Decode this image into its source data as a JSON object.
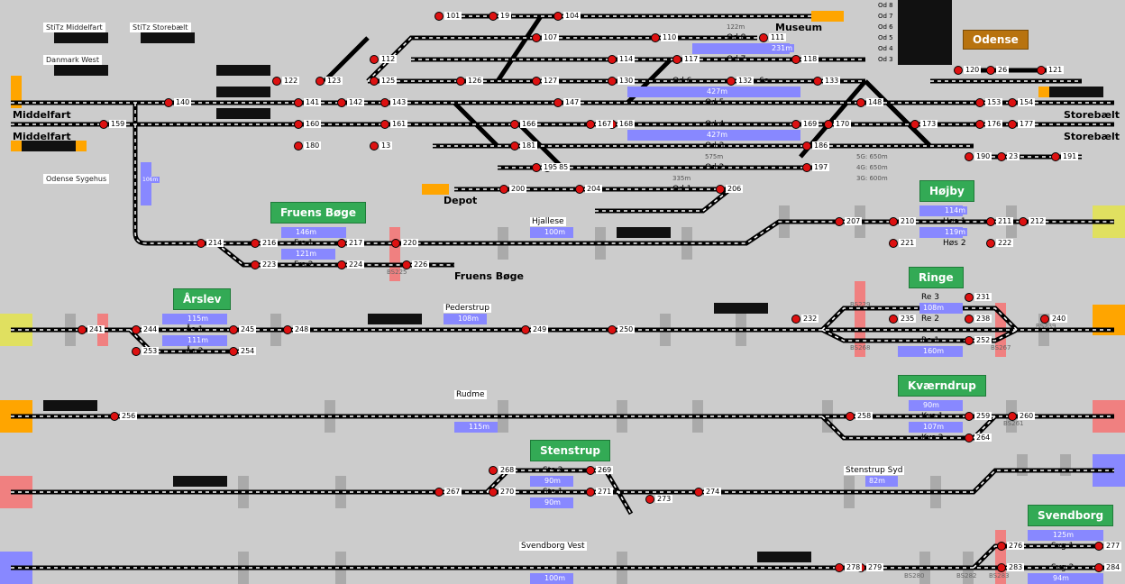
{
  "panels": {
    "sttz_middelfart": "StiTz Middelfart",
    "sttz_storebaelt": "StiTz Storebælt",
    "danmark_west": "Danmark West",
    "odense_sygehus": "Odense Sygehus"
  },
  "stations": {
    "odense": "Odense",
    "fruens_boge": "Fruens Bøge",
    "arslev": "Årslev",
    "hojby": "Højby",
    "ringe": "Ringe",
    "kvaerndrup": "Kværndrup",
    "stenstrup": "Stenstrup",
    "svendborg": "Svendborg"
  },
  "places": {
    "middelfart_1": "Middelfart",
    "middelfart_2": "Middelfart",
    "storebaelt_1": "Storebælt",
    "storebaelt_2": "Storebælt",
    "museum": "Museum",
    "depot": "Depot",
    "fruens_boge_stop": "Fruens Bøge",
    "hjallese": "Hjallese",
    "pederstrup": "Pederstrup",
    "rudme": "Rudme",
    "stenstrup_syd": "Stenstrup Syd",
    "svendborg_vest": "Svendborg Vest"
  },
  "od_list": [
    "Od 8",
    "Od 7",
    "Od 6",
    "Od 5",
    "Od 4",
    "Od 3"
  ],
  "tracks": {
    "od8": "Od 8",
    "od7": "Od 7",
    "od6": "Od 6",
    "od6a": "6a",
    "od5": "Od 5",
    "od4": "Od 4",
    "od3": "Od 3",
    "od2": "Od 2",
    "od1": "Od 1",
    "frs1": "Frs 1",
    "frs2": "Frs 2",
    "as1": "Ås 1",
    "as2": "Ås 2",
    "hos1": "Høs 1",
    "hos2": "Høs 2",
    "re3": "Re 3",
    "re2": "Re 2",
    "re1": "Re 1",
    "kvs1": "Kvs 1",
    "kvs2": "Kvs 2",
    "sts2": "Sts 2",
    "sts1": "Sts 1",
    "svg1": "Svg 1",
    "svg2": "Svg 2"
  },
  "lengths": {
    "l122": "122m",
    "l231": "231m",
    "l427a": "427m",
    "l427b": "427m",
    "l575": "575m",
    "l335": "335m",
    "l146": "146m",
    "l121": "121m",
    "l100a": "100m",
    "l106": "106m",
    "l114": "114m",
    "l119": "119m",
    "l115a": "115m",
    "l111": "111m",
    "l108a": "108m",
    "l108b": "108m",
    "l160": "160m",
    "l90a": "90m",
    "l107": "107m",
    "l115b": "115m",
    "l90b": "90m",
    "l90c": "90m",
    "l82": "82m",
    "l125": "125m",
    "l94": "94m",
    "l100b": "100m"
  },
  "gradings": {
    "g5": "5G: 650m",
    "g4": "4G: 650m",
    "g3": "3G: 600m"
  },
  "signals": {
    "s101": "101",
    "s19": "19",
    "s104": "104",
    "s107": "107",
    "s110": "110",
    "s111": "111",
    "s112": "112",
    "s114": "114",
    "s117": "117",
    "s118": "118",
    "s120": "120",
    "s26": "26",
    "s121": "121",
    "s122": "122",
    "s123": "123",
    "s125": "125",
    "s126": "126",
    "s127": "127",
    "s130": "130",
    "s132": "132",
    "s133": "133",
    "s140": "140",
    "s141": "141",
    "s142": "142",
    "s143": "143",
    "s147": "147",
    "s148": "148",
    "s153": "153",
    "s154": "154",
    "s159": "159",
    "s160": "160",
    "s161": "161",
    "s166": "166",
    "s167": "167",
    "s168": "168",
    "s169": "169",
    "s170": "170",
    "s173": "173",
    "s176": "176",
    "s177": "177",
    "s180": "180",
    "s13": "13",
    "s181": "181",
    "s185": "185",
    "s186": "186",
    "s190": "190",
    "s23": "23",
    "s191": "191",
    "s195": "195",
    "s197": "197",
    "s200": "200",
    "s204": "204",
    "s206": "206",
    "s207": "207",
    "s210": "210",
    "s211": "211",
    "s212": "212",
    "s214": "214",
    "s216": "216",
    "s217": "217",
    "s220": "220",
    "s221": "221",
    "s222": "222",
    "s223": "223",
    "s224": "224",
    "s226": "226",
    "s231": "231",
    "s232": "232",
    "s235": "235",
    "s238": "238",
    "s240": "240",
    "s241": "241",
    "s244": "244",
    "s245": "245",
    "s248": "248",
    "s249": "249",
    "s250": "250",
    "s252": "252",
    "s253": "253",
    "s254": "254",
    "s256": "256",
    "s258": "258",
    "s259": "259",
    "s260": "260",
    "s264": "264",
    "s267": "267",
    "s268": "268",
    "s269": "269",
    "s270": "270",
    "s271": "271",
    "s273": "273",
    "s274": "274",
    "s276": "276",
    "s277": "277",
    "s278": "278",
    "s279": "279",
    "s283": "283",
    "s284": "284"
  },
  "blocks": {
    "b1": "BS261",
    "b2": "BS280",
    "b3": "BS282",
    "b4": "BS283",
    "b5": "BS268",
    "b6": "BS267",
    "b7": "BS239",
    "b8": "BS229",
    "b9": "BS225"
  },
  "colors": {
    "background": "#cccccc",
    "track": "#000000",
    "sleeper": "#ffffff",
    "signal_red": "#dd1111",
    "length_bar": "#8888ff",
    "station": "#33aa55",
    "odense": "#b8730f"
  }
}
